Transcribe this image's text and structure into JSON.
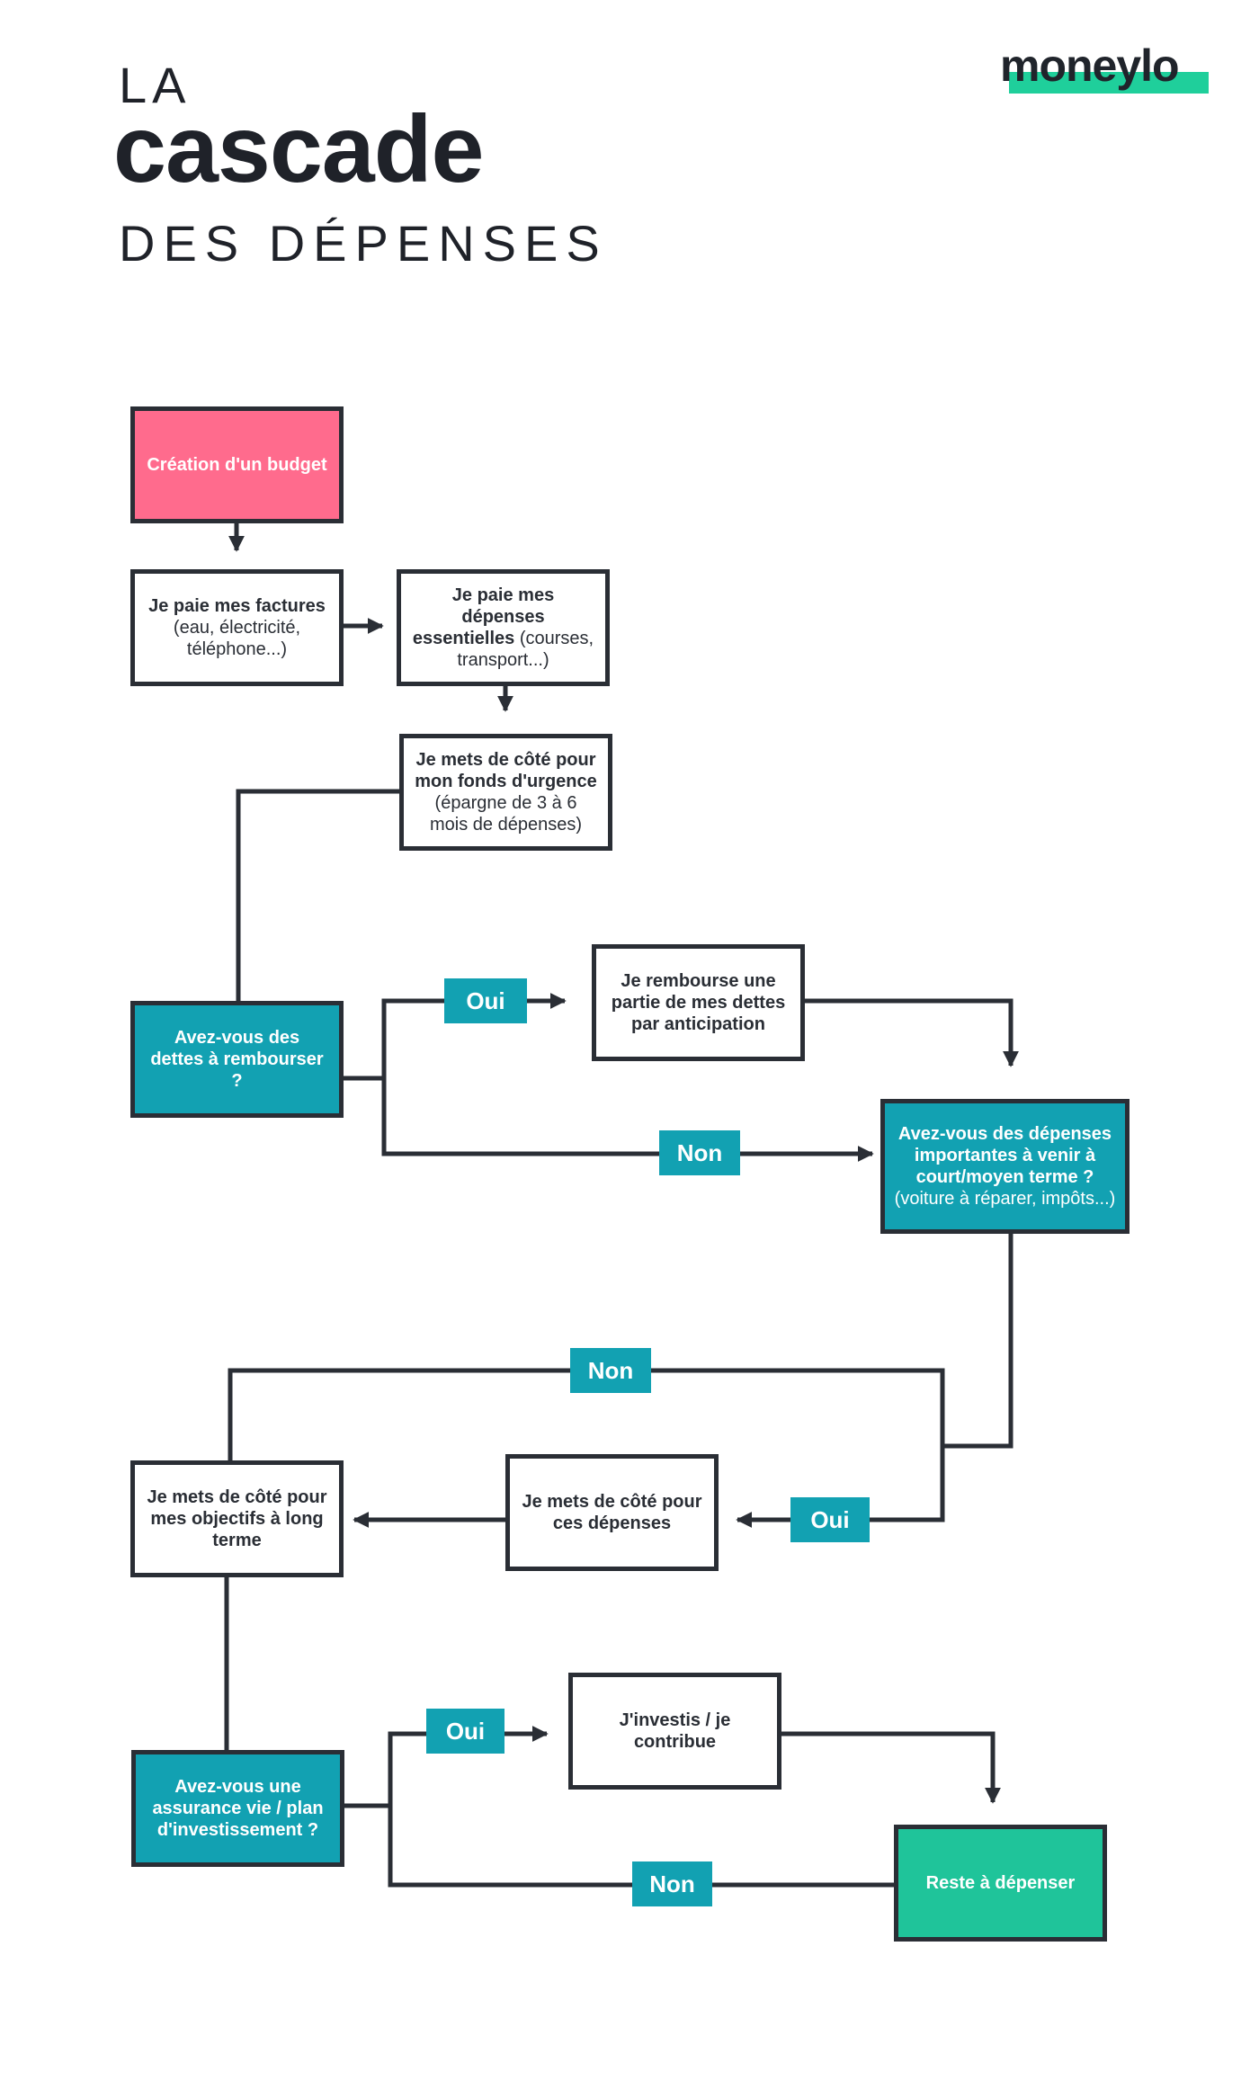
{
  "header": {
    "title_line1": "LA",
    "title_line2": "cascade",
    "title_line3": "DES DÉPENSES",
    "logo": "moneylo"
  },
  "nodes": {
    "creation_budget": "Création d'un budget",
    "factures": {
      "bold": "Je paie mes factures",
      "normal": " (eau, électricité, téléphone...)"
    },
    "essentielles": {
      "bold": "Je paie mes dépenses essentielles",
      "normal": " (courses, transport...)"
    },
    "fonds_urgence": {
      "bold": "Je mets de côté pour mon fonds d'urgence",
      "normal": " (épargne de 3 à 6 mois de dépenses)"
    },
    "dettes_question": "Avez-vous des dettes à rembourser ?",
    "rembourse": "Je rembourse une partie de mes dettes par anticipation",
    "depenses_importantes": {
      "bold": "Avez-vous des dépenses importantes à venir à court/moyen terme ?",
      "normal": " (voiture à réparer, impôts...)"
    },
    "cote_depenses": "Je mets de côté pour ces dépenses",
    "objectifs_long_terme": "Je mets de côté pour mes objectifs à long terme",
    "assurance_question": "Avez-vous une assurance vie  / plan d'investissement ?",
    "investis": "J'investis / je contribue",
    "reste": "Reste à dépenser"
  },
  "labels": {
    "oui_dettes": "Oui",
    "non_dettes": "Non",
    "non_depenses": "Non",
    "oui_depenses": "Oui",
    "oui_assurance": "Oui",
    "non_assurance": "Non"
  },
  "colors": {
    "pink": "#ff6b8d",
    "teal": "#12a1b2",
    "green": "#1fc49a",
    "brand_green": "#1fcf9b",
    "ink": "#2a2e35"
  }
}
